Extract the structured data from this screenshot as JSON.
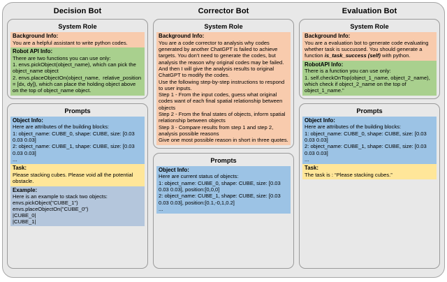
{
  "figure": {
    "columns": [
      {
        "title": "Decision Bot",
        "panels": [
          {
            "title": "System Role",
            "blocks": [
              {
                "name": "background-info",
                "color": "#f8cbad",
                "heading": "Background Info:",
                "body": "You are a helpful assistant to write python codes."
              },
              {
                "name": "robot-api-info",
                "color": "#a9d08e",
                "heading": "Robot API Info:",
                "body": "There are two functions you can use only:\n1. envs.pickObject(object_name), which can pick the object_name object\n2. envs.placeObjectOn(object_name,  relative_position = [dx, dy]), which can place the holding object above on the top of object_name object."
              }
            ]
          },
          {
            "title": "Prompts",
            "blocks": [
              {
                "name": "object-info",
                "color": "#9cc3e5",
                "heading": "Object Info:",
                "body": "Here are attributes of the building blocks:\n1: object_name: CUBE_0, shape: CUBE, size: [0.03 0.03 0.03]\n2: object_name: CUBE_1, shape: CUBE, size: [0.03 0.03 0.03]\n..."
              },
              {
                "name": "task",
                "color": "#ffe699",
                "heading": "Task:",
                "body": "Please stacking cubes. Please void all the potential obstacle."
              },
              {
                "name": "example",
                "color": "#b4c6dc",
                "heading": "Example:",
                "body": "Here is an example to stack two objects:\nenvs.pickObject(\"CUBE_1\")\nenvs.placeObjectOn(\"CUBE_0\")\n|CUBE_0|\n|CUBE_1|"
              }
            ]
          }
        ]
      },
      {
        "title": "Corrector Bot",
        "panels": [
          {
            "title": "System Role",
            "blocks": [
              {
                "name": "background-info",
                "color": "#f8cbad",
                "heading": "Background Info:",
                "body": "You are a code corrector to analysis why codes generated by another ChatGPT is failed to achieve targets. You don't need to generate the codes, but analysis the reason why original codes may be failed. And then I will give the analysis results to original ChatGPT to modify the codes.\nUse the following step-by-step instructions to respond to user inputs.\nStep 1 - From the input codes, guess what original codes want of each final spatial relationship between objects\nStep 2 - From the final states of objects, inform spatial relationship between objects\nStep 3 - Compare results from step 1 and step 2, analysis possible reasons\nGive one most possible reason in short in three quotes."
              }
            ]
          },
          {
            "title": "Prompts",
            "blocks": [
              {
                "name": "object-info",
                "color": "#9cc3e5",
                "heading": "Object Info:",
                "body": "Here are current status of objects:\n1: object_name: CUBE_0, shape: CUBE, size: [0.03 0.03 0.03], position:[0,0,0]\n2: object_name: CUBE_1, shape: CUBE, size: [0.03 0.03 0.03], position:[0.1,-0,1,0.2]\n..."
              }
            ]
          }
        ]
      },
      {
        "title": "Evaluation Bot",
        "panels": [
          {
            "title": "System Role",
            "blocks": [
              {
                "name": "background-info",
                "color": "#f8cbad",
                "heading": "Background Info:",
                "body_pre": "You are a evaluation bot to generate code evaluating whether task is succussed. You should generate a function ",
                "body_em": "is_task_success (self)",
                "body_post": " with python."
              },
              {
                "name": "robot-api-info",
                "color": "#a9d08e",
                "heading": "RobotAPI Info:",
                "body": "There is a function you can use only:\n1. self.checkOnTop(object_1_name, object_2_name), which check if object_2_name on the top of object_1_name.\""
              }
            ]
          },
          {
            "title": "Prompts",
            "blocks": [
              {
                "name": "object-info",
                "color": "#9cc3e5",
                "heading": "Object Info:",
                "body": "Here are attributes of the building blocks:\n1: object_name: CUBE_0, shape: CUBE, size: [0.03 0.03 0.03]\n2: object_name: CUBE_1, shape: CUBE, size: [0.03 0.03 0.03]\n..."
              },
              {
                "name": "task",
                "color": "#ffe699",
                "heading": "Task:",
                "body": "The task is : “Please stacking cubes.”"
              }
            ]
          }
        ]
      }
    ]
  }
}
